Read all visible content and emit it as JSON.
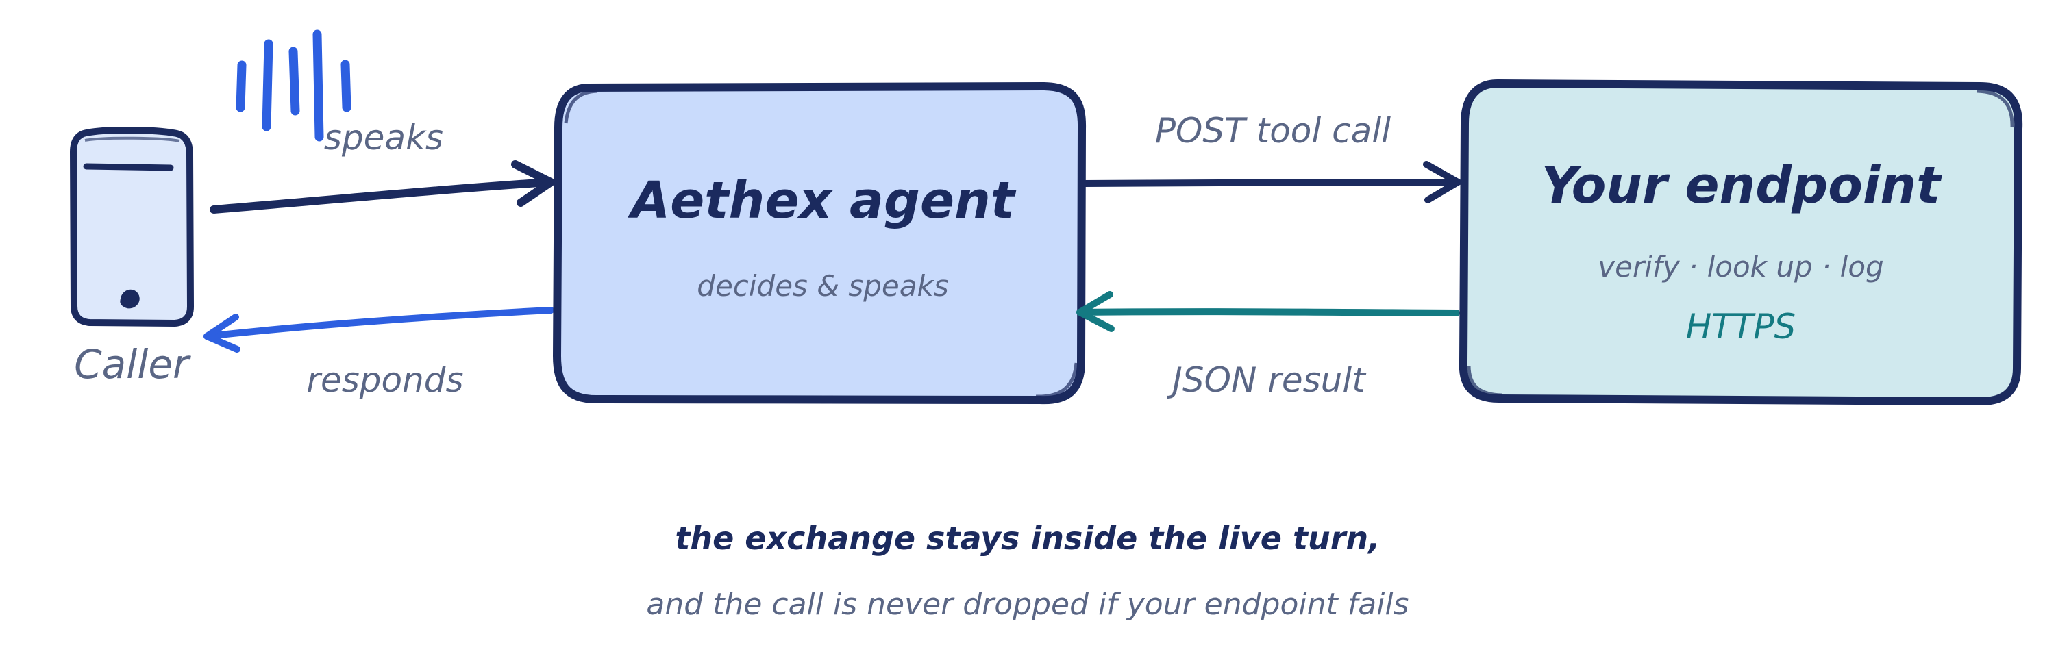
{
  "colors": {
    "ink": "#1b2a5e",
    "muted": "#5a6685",
    "blue_accent": "#2d5fe0",
    "teal_accent": "#147a82",
    "agent_fill": "#c9dbfc",
    "endpoint_fill": "#d0e9ee",
    "phone_fill": "#dde8fb"
  },
  "caller": {
    "label": "Caller",
    "icon": "phone-icon",
    "sound_icon": "sound-waves-icon"
  },
  "agent": {
    "title": "Aethex agent",
    "subtitle": "decides & speaks"
  },
  "endpoint": {
    "title": "Your endpoint",
    "subtitle": "verify · look up · log",
    "protocol": "HTTPS"
  },
  "arrows": {
    "speaks": "speaks",
    "responds": "responds",
    "post": "POST tool call",
    "json": "JSON result"
  },
  "footer": {
    "line1": "the exchange stays inside the live turn,",
    "line2": "and the call is never dropped if your endpoint fails"
  }
}
